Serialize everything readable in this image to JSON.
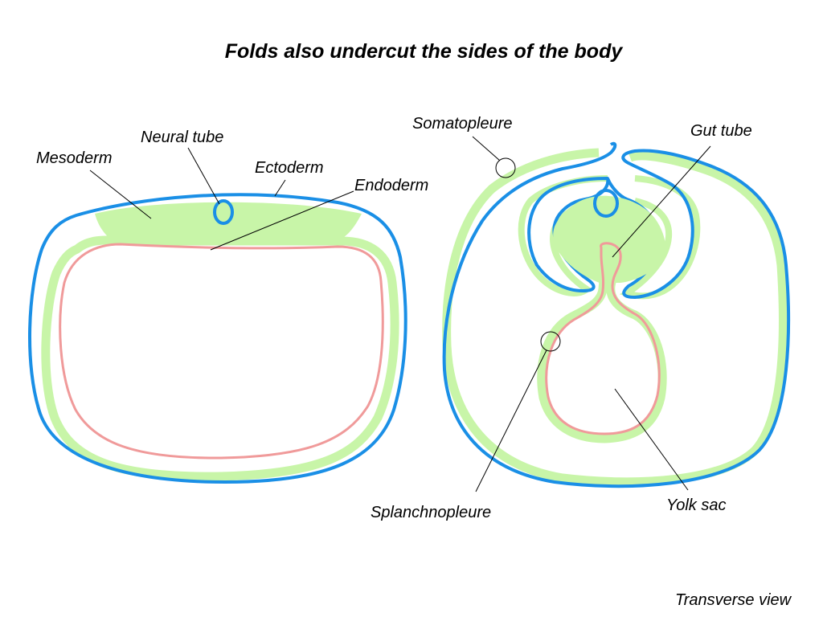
{
  "title": "Folds also undercut the sides of the body",
  "labels": {
    "neural_tube": "Neural tube",
    "mesoderm": "Mesoderm",
    "ectoderm": "Ectoderm",
    "endoderm": "Endoderm",
    "somatopleure": "Somatopleure",
    "gut_tube": "Gut tube",
    "splanchnopleure": "Splanchnopleure",
    "yolk_sac": "Yolk sac"
  },
  "view_label": "Transverse view",
  "colors": {
    "ectoderm": "#1a8fe6",
    "mesoderm": "#c8f5a8",
    "endoderm": "#f09a9a",
    "pointer": "#000000"
  }
}
